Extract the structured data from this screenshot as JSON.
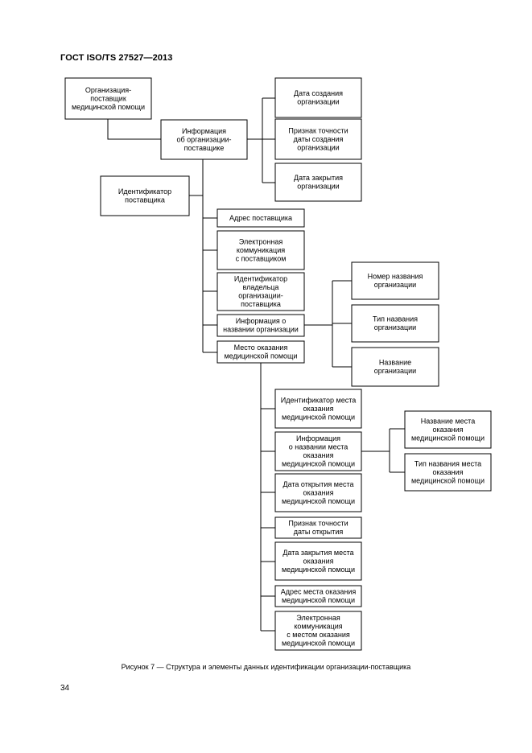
{
  "page": {
    "header": "ГОСТ ISO/TS 27527—2013",
    "caption": "Рисунок  7 — Структура и элементы данных идентификации организации-поставщика",
    "page_number": "34"
  },
  "diagram": {
    "boxes": {
      "org_supplier": [
        "Организация-",
        "поставщик",
        "медицинской помощи"
      ],
      "org_info": [
        "Информация",
        "об организации-",
        "поставщике"
      ],
      "creation_date": [
        "Дата создания",
        "организации"
      ],
      "creation_date_accuracy": [
        "Признак точности",
        "даты создания",
        "организации"
      ],
      "closure_date": [
        "Дата закрытия",
        "организации"
      ],
      "supplier_id": [
        "Идентификатор",
        "поставщика"
      ],
      "supplier_address": [
        "Адрес поставщика"
      ],
      "supplier_ecomm": [
        "Электронная",
        "коммуникация",
        "с поставщиком"
      ],
      "owner_id": [
        "Идентификатор",
        "владельца",
        "организации-",
        "поставщика"
      ],
      "org_name_info": [
        "Информация о",
        "названии организации"
      ],
      "org_name_number": [
        "Номер названия",
        "организации"
      ],
      "org_name_type": [
        "Тип названия",
        "организации"
      ],
      "org_name": [
        "Название",
        "организации"
      ],
      "care_site": [
        "Место оказания",
        "медицинской помощи"
      ],
      "care_site_id": [
        "Идентификатор места",
        "оказания",
        "медицинской помощи"
      ],
      "care_site_name_info": [
        "Информация",
        "о названии места",
        "оказания",
        "медицинской помощи"
      ],
      "care_site_name": [
        "Название места",
        "оказания",
        "медицинской помощи"
      ],
      "care_site_name_type": [
        "Тип названия места",
        "оказания",
        "медицинской помощи"
      ],
      "care_site_open_date": [
        "Дата открытия места",
        "оказания",
        "медицинской помощи"
      ],
      "open_date_accuracy": [
        "Признак точности",
        "даты открытия"
      ],
      "care_site_close_date": [
        "Дата закрытия места",
        "оказания",
        "медицинской помощи"
      ],
      "care_site_address": [
        "Адрес места оказания",
        "медицинской помощи"
      ],
      "care_site_ecomm": [
        "Электронная",
        "коммуникация",
        "с местом оказания",
        "медицинской помощи"
      ]
    }
  }
}
